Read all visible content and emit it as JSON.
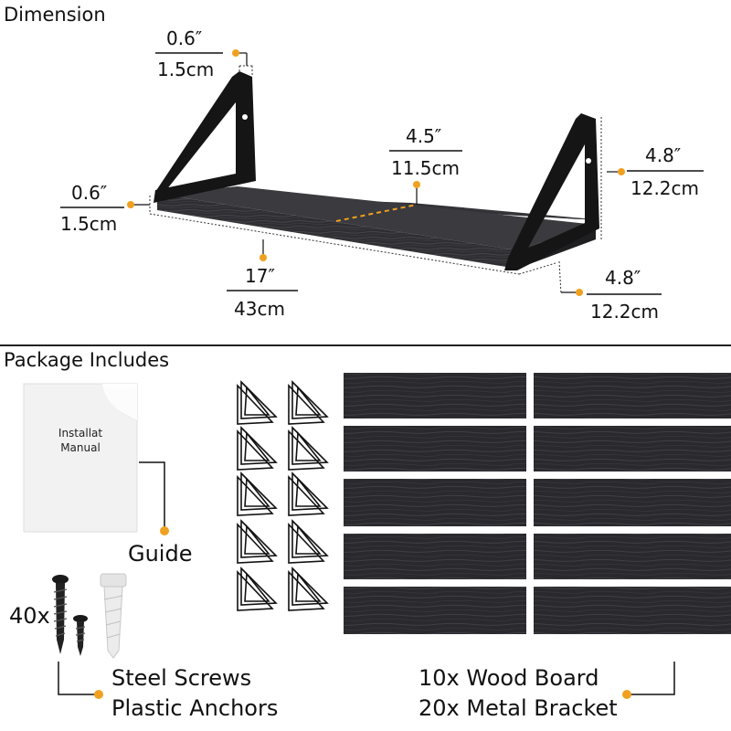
{
  "dimension_section": {
    "title": "Dimension",
    "bracket_thickness": {
      "inch": "0.6″",
      "cm": "1.5cm"
    },
    "board_thickness": {
      "inch": "0.6″",
      "cm": "1.5cm"
    },
    "board_depth": {
      "inch": "4.5″",
      "cm": "11.5cm"
    },
    "length": {
      "inch": "17″",
      "cm": "43cm"
    },
    "height": {
      "inch": "4.8″",
      "cm": "12.2cm"
    },
    "bracket_depth": {
      "inch": "4.8″",
      "cm": "12.2cm"
    }
  },
  "package_section": {
    "title": "Package Includes",
    "manual_text_line1": "Installat",
    "manual_text_line2": "Manual",
    "guide_label": "Guide",
    "screw_count": "40x",
    "screws_label": "Steel Screws",
    "anchors_label": "Plastic Anchors",
    "board_label": "10x Wood Board",
    "bracket_label": "20x Metal Bracket"
  },
  "colors": {
    "accent": "#f0a020",
    "wood": "#2b2b2e",
    "metal": "#111111"
  }
}
